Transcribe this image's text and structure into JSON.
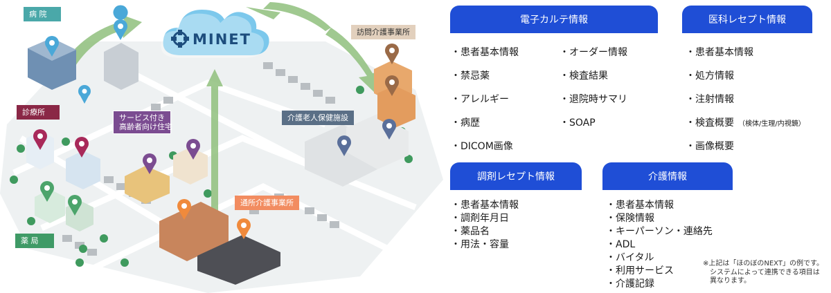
{
  "map": {
    "brand": "MINET",
    "labels": {
      "hospital": "病 院",
      "clinic": "診療所",
      "pharmacy": "薬 局",
      "service_housing_1": "サービス付き",
      "service_housing_2": "高齢者向け住宅",
      "nursing_facility": "介護老人保健施設",
      "home_visit": "訪問介護事業所",
      "day_care": "通所介護事業所"
    }
  },
  "panels": {
    "ehr": {
      "title": "電子カルテ情報",
      "col1": [
        "患者基本情報",
        "禁忌薬",
        "アレルギー",
        "病歴",
        "DICOM画像"
      ],
      "col2": [
        "オーダー情報",
        "検査結果",
        "退院時サマリ",
        "SOAP"
      ]
    },
    "medical_receipt": {
      "title": "医科レセプト情報",
      "items": [
        "患者基本情報",
        "処方情報",
        "注射情報",
        "検査概要",
        "画像概要"
      ],
      "exam_note": "（検体/生理/内視鏡）"
    },
    "dispensing_receipt": {
      "title": "調剤レセプト情報",
      "items": [
        "患者基本情報",
        "調剤年月日",
        "薬品名",
        "用法・容量"
      ]
    },
    "care": {
      "title": "介護情報",
      "items": [
        "患者基本情報",
        "保険情報",
        "キーパーソン・連絡先",
        "ADL",
        "バイタル",
        "利用サービス",
        "介護記録"
      ]
    }
  },
  "note": {
    "line1": "※上記は「ほのぼのNEXT」の例です。",
    "line2": "システムによって連携できる項目は",
    "line3": "異なります。"
  },
  "colors": {
    "header_blue": "#1f4ed6",
    "arrow_green": "#8fc07d",
    "cloud_blue": "#7cc8ec",
    "hospital_label": "#4aa8a9",
    "clinic_label": "#8a2746",
    "pharmacy_label": "#3f9a66",
    "housing_label": "#7b4c91",
    "facility_label": "#5a6f86",
    "day_care_label": "#f28c60",
    "home_visit_label": "#e2d0bd"
  },
  "icons": [
    "map-pin-icon",
    "minet-logo-icon",
    "cloud-icon"
  ]
}
